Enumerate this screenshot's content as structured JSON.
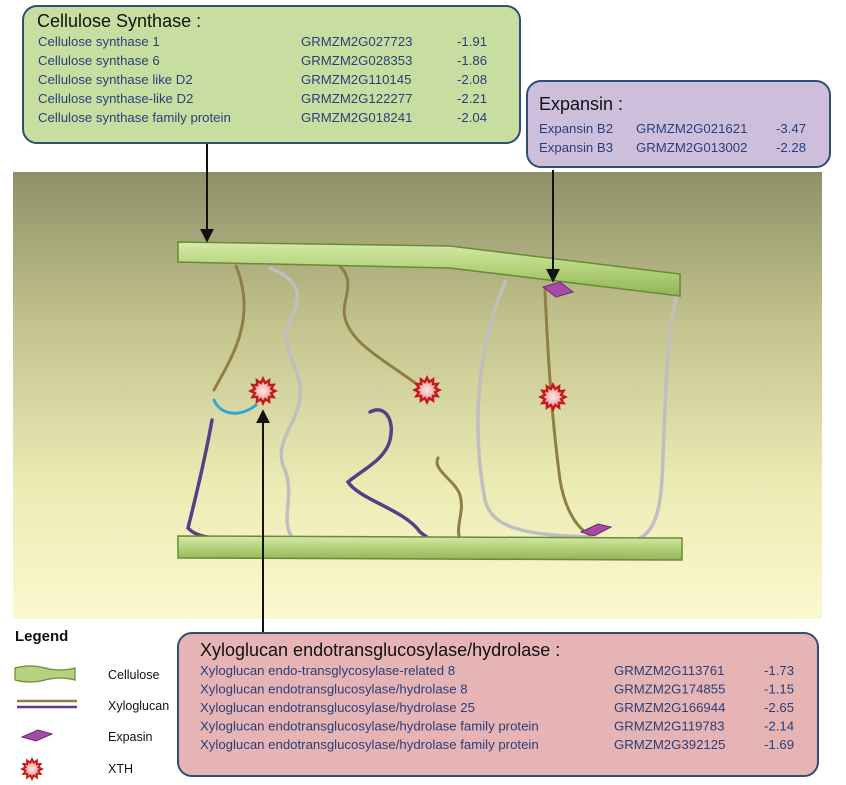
{
  "cellulose_synthase": {
    "title": "Cellulose Synthase :",
    "rows": [
      {
        "name": "Cellulose synthase 1",
        "gene": "GRMZM2G027723",
        "value": "-1.91"
      },
      {
        "name": "Cellulose synthase 6",
        "gene": "GRMZM2G028353",
        "value": "-1.86"
      },
      {
        "name": "Cellulose synthase like D2",
        "gene": "GRMZM2G110145",
        "value": "-2.08"
      },
      {
        "name": "Cellulose synthase-like D2",
        "gene": "GRMZM2G122277",
        "value": "-2.21"
      },
      {
        "name": "Cellulose synthase family protein",
        "gene": "GRMZM2G018241",
        "value": "-2.04"
      }
    ]
  },
  "expansin": {
    "title": "Expansin :",
    "rows": [
      {
        "name": "Expansin B2",
        "gene": "GRMZM2G021621",
        "value": "-3.47"
      },
      {
        "name": "Expansin B3",
        "gene": "GRMZM2G013002",
        "value": "-2.28"
      }
    ]
  },
  "xth": {
    "title": "Xyloglucan endotransglucosylase/hydrolase :",
    "rows": [
      {
        "name": "Xyloglucan endo-transglycosylase-related 8",
        "gene": "GRMZM2G113761",
        "value": "-1.73"
      },
      {
        "name": "Xyloglucan endotransglucosylase/hydrolase 8",
        "gene": "GRMZM2G174855",
        "value": "-1.15"
      },
      {
        "name": "Xyloglucan endotransglucosylase/hydrolase 25",
        "gene": "GRMZM2G166944",
        "value": "-2.65"
      },
      {
        "name": "Xyloglucan endotransglucosylase/hydrolase family protein",
        "gene": "GRMZM2G119783",
        "value": "-2.14"
      },
      {
        "name": "Xyloglucan endotransglucosylase/hydrolase family protein",
        "gene": "GRMZM2G392125",
        "value": "-1.69"
      }
    ]
  },
  "legend": {
    "title": "Legend",
    "items": [
      {
        "label": "Cellulose",
        "icon": "cellulose-icon"
      },
      {
        "label": "Xyloglucan",
        "icon": "xyloglucan-icon"
      },
      {
        "label": "Expasin",
        "icon": "expansin-icon"
      },
      {
        "label": "XTH",
        "icon": "xth-icon"
      }
    ]
  },
  "colors": {
    "cellulose_fill": "#b5d37f",
    "cellulose_stroke": "#6a8a35",
    "xyloglucan_olive": "#8f7f45",
    "xyloglucan_purple": "#5a3d86",
    "xyloglucan_gray": "#bdbdbd",
    "expansin": "#a64aa8",
    "xth_outer": "#c41a1a",
    "xth_inner": "#f6b8b8",
    "box_green": "#c8dea0",
    "box_purple": "#cdbfdc",
    "box_pink": "#e6b4b4",
    "box_border": "#2f4e73"
  }
}
